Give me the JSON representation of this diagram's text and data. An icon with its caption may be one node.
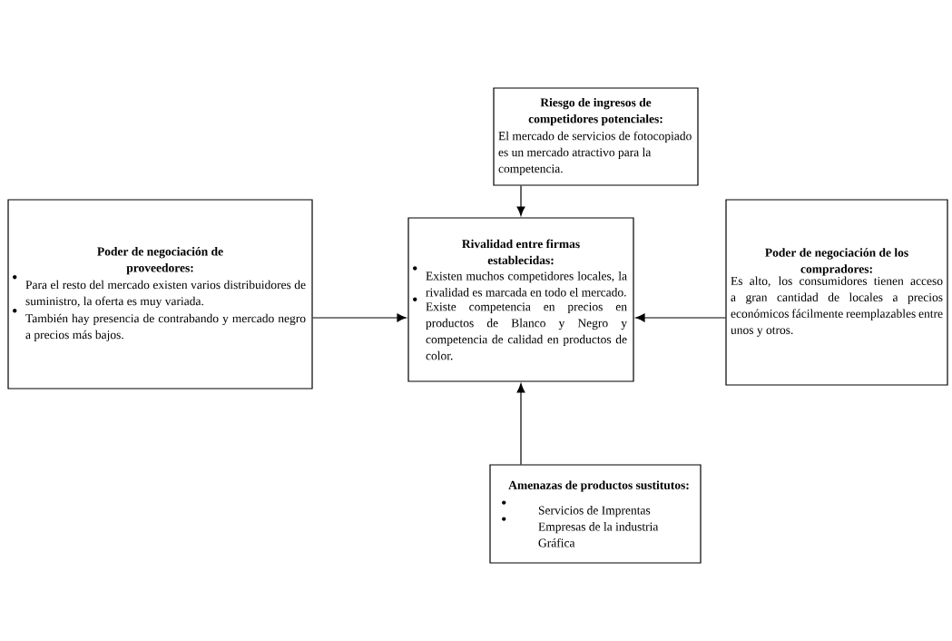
{
  "diagram": {
    "nodes": [
      {
        "text": [
          "Riesgo de ingresos de competidores potenciales:",
          "El mercado de servicios de fotocopiado es un mercado atractivo para la competencia."
        ]
      },
      {
        "text": [
          "Poder de negociación de proveedores:",
          "Para el resto del mercado existen varios distribuidores de suministro, la oferta es muy variada.",
          "También hay presencia de contrabando y mercado negro a precios más bajos."
        ]
      },
      {
        "text": [
          "Rivalidad entre firmas establecidas:",
          "Existen muchos competidores locales, la rivalidad es marcada en todo el mercado.",
          "Existe competencia en precios en productos de Blanco y Negro y competencia de calidad en productos de color."
        ]
      },
      {
        "text": [
          "Poder de negociación de los compradores:",
          "Es alto, los consumidores tienen acceso a gran cantidad de locales a precios económicos fácilmente reemplazables entre unos y otros."
        ]
      },
      {
        "text": [
          "Amenazas de productos sustitutos:",
          "Servicios de Imprentas",
          "Empresas de la industria Gráfica"
        ]
      }
    ],
    "edges": [
      {
        "from": 0,
        "to": 2,
        "arrow": "to"
      },
      {
        "from": 1,
        "to": 2,
        "arrow": "to"
      },
      {
        "from": 3,
        "to": 2,
        "arrow": "to"
      },
      {
        "from": 4,
        "to": 2,
        "arrow": "to"
      }
    ]
  }
}
